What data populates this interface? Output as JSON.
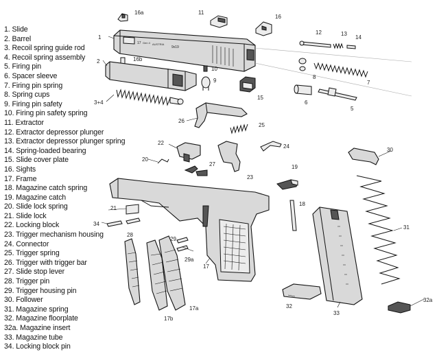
{
  "legend": [
    "1. Slide",
    "2. Barrel",
    "3. Recoil spring guide rod",
    "4. Recoil spring assembly",
    "5. Firing pin",
    "6. Spacer sleeve",
    "7. Firing pin spring",
    "8. Spring cups",
    "9. Firing pin safety",
    "10. Firing pin safety spring",
    "11. Extractor",
    "12. Extractor depressor plunger",
    "13. Extractor depressor plunger spring",
    "14. Spring-loaded bearing",
    "15. Slide cover plate",
    "16. Sights",
    "17. Frame",
    "18. Magazine catch spring",
    "19. Magazine catch",
    "20. Slide lock spring",
    "21. Slide lock",
    "22. Locking block",
    "23. Trigger mechanism housing",
    "24. Connector",
    "25. Trigger spring",
    "26. Trigger with trigger bar",
    "27. Slide stop lever",
    "28. Trigger pin",
    "29. Trigger housing pin",
    "30. Follower",
    "31. Magazine spring",
    "32. Magazine floorplate",
    "32a. Magazine insert",
    "33. Magazine tube",
    "34. Locking block pin"
  ],
  "callouts": {
    "c16a": "16a",
    "c11": "11",
    "c16": "16",
    "c1": "1",
    "c12": "12",
    "c13": "13",
    "c14": "14",
    "c16b": "16b",
    "c2": "2",
    "c10": "10",
    "c9": "9",
    "c8": "8",
    "c7": "7",
    "c34top": "3+4",
    "c15": "15",
    "c6": "6",
    "c5": "5",
    "c26": "26",
    "c25": "25",
    "c22": "22",
    "c24": "24",
    "c20": "20",
    "c27": "27",
    "c19": "19",
    "c30": "30",
    "c23": "23",
    "c18": "18",
    "c21": "21",
    "c34": "34",
    "c31": "31",
    "c28": "28",
    "c29": "29",
    "c29a": "29a",
    "c17": "17",
    "c17a": "17a",
    "c17b": "17b",
    "c32": "32",
    "c33": "33",
    "c32a": "32a"
  },
  "slide_marking": {
    "model": "17",
    "gen": "Gen 4",
    "country": "AUSTRIA",
    "caliber": "9x19"
  },
  "colors": {
    "line": "#111111",
    "part_fill": "#d9d9d9",
    "text": "#111111"
  }
}
